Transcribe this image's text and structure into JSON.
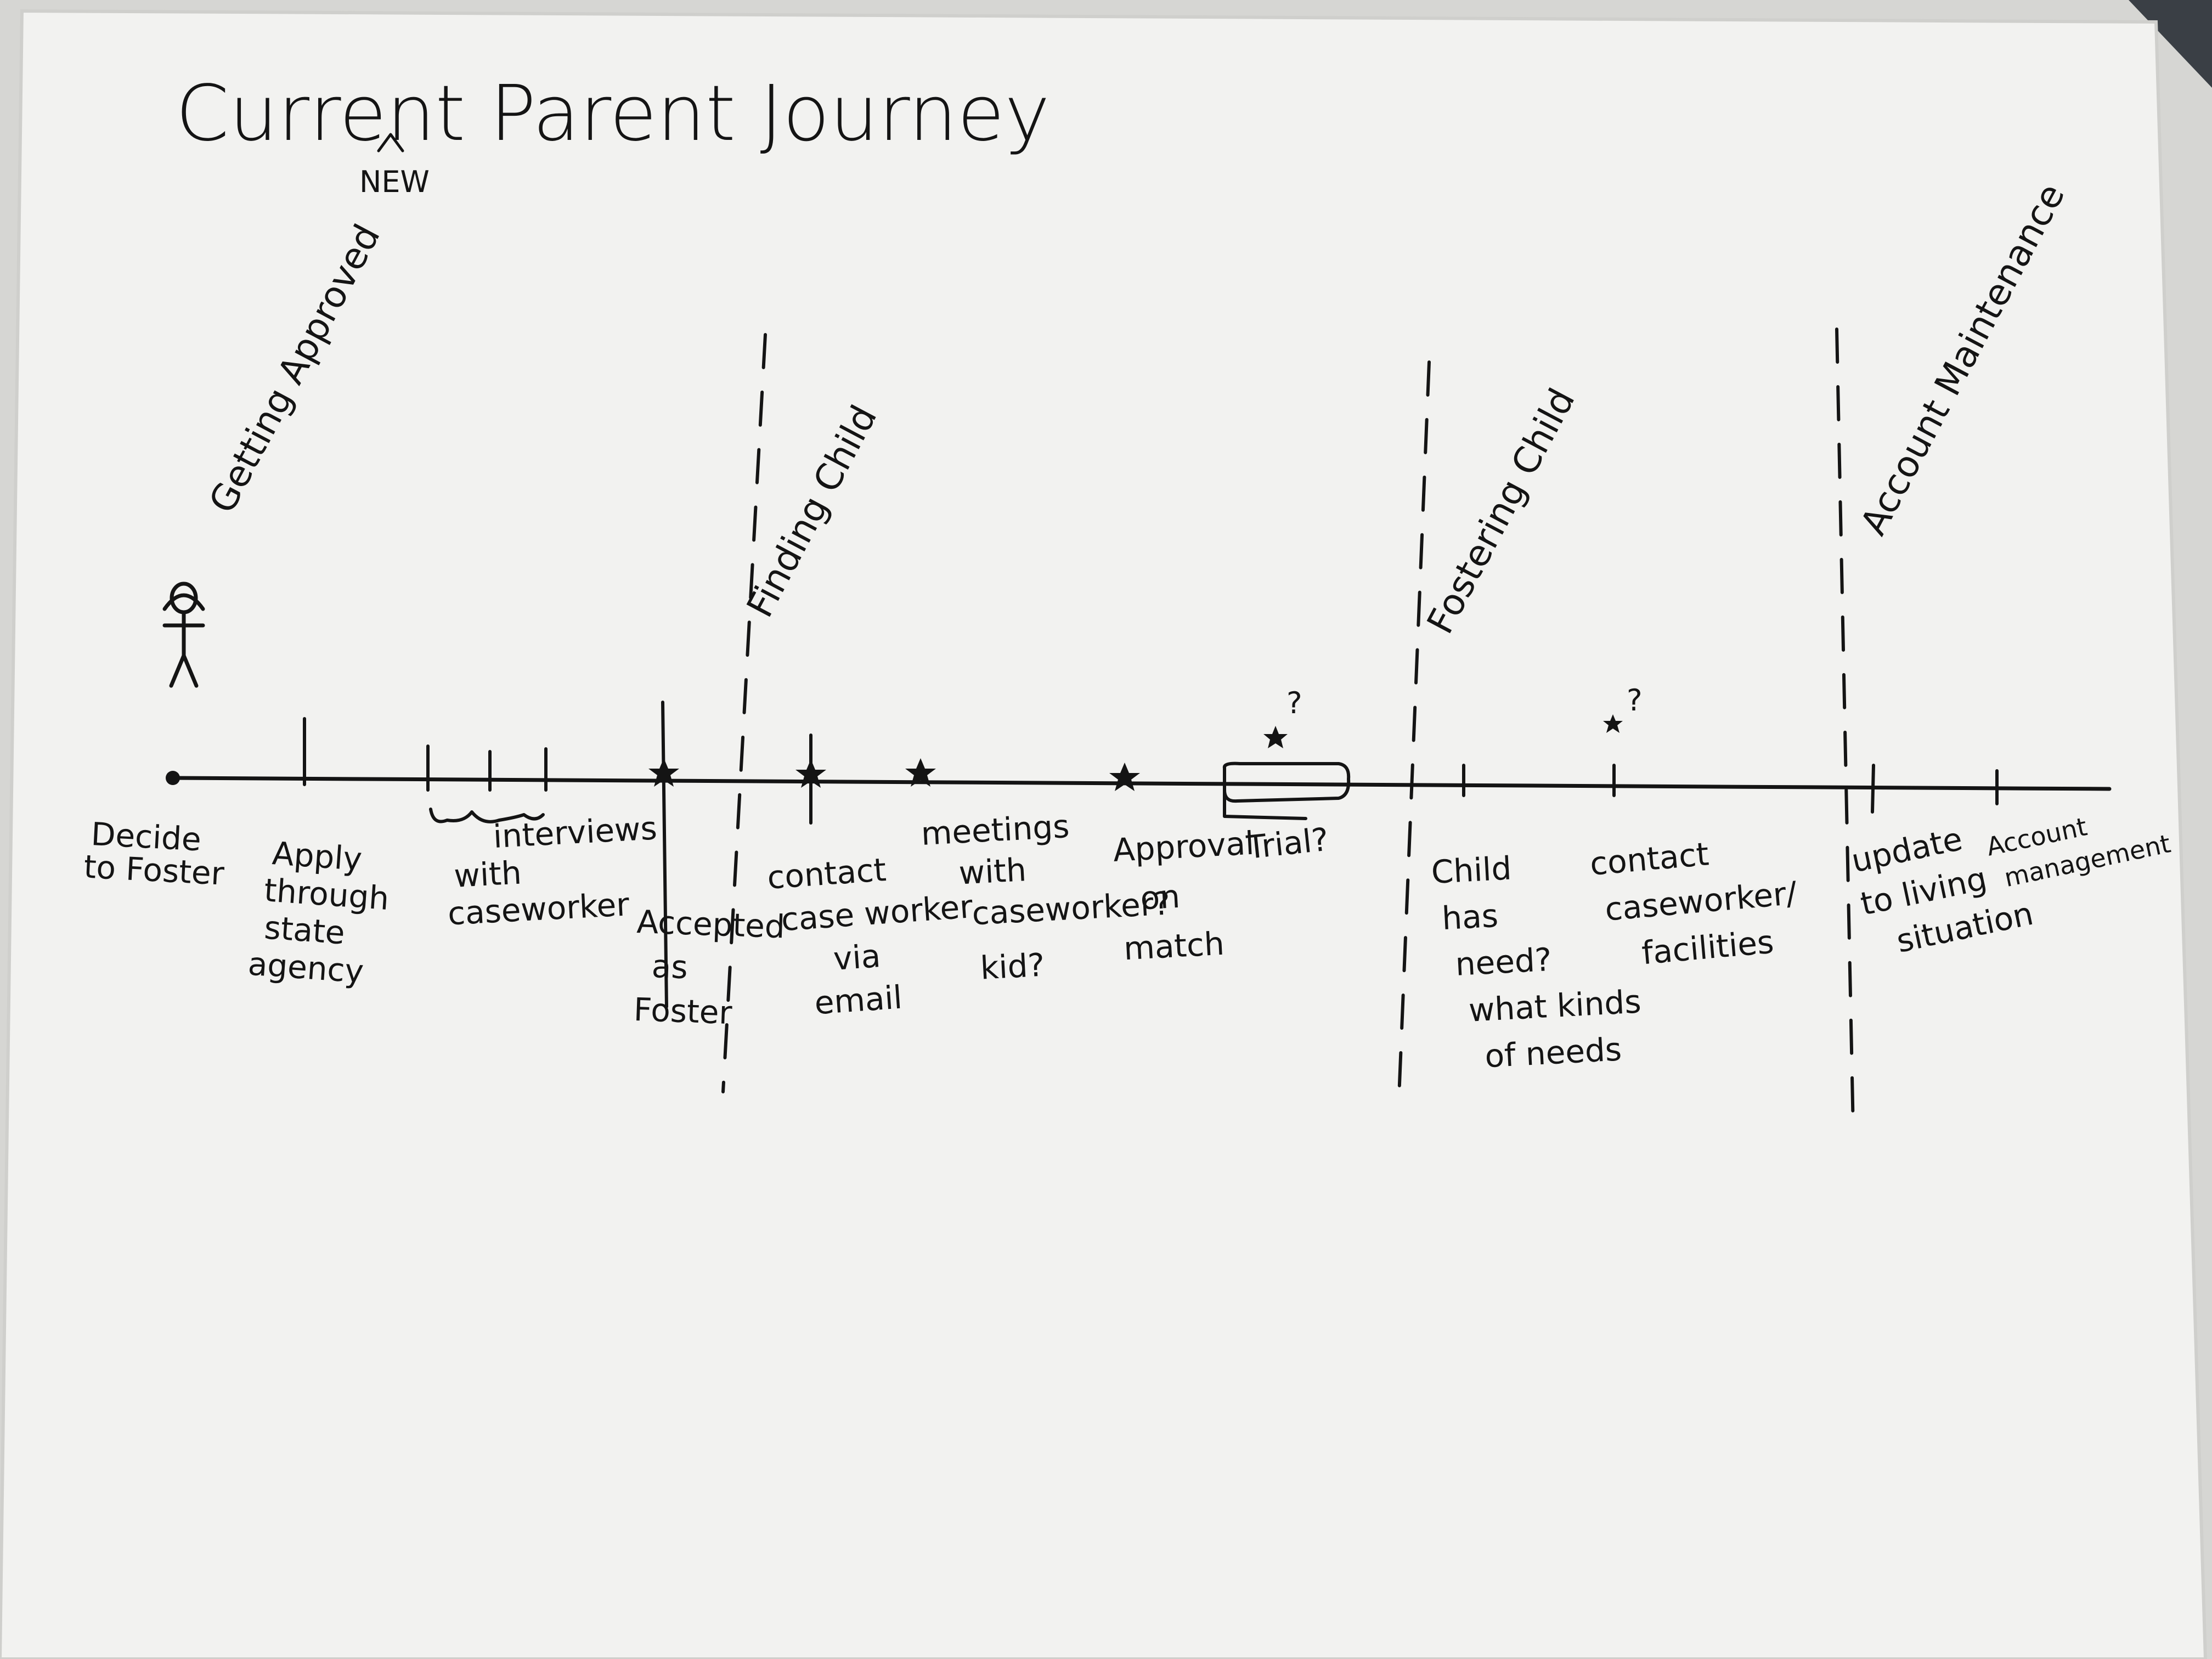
{
  "title": "Current Parent Journey",
  "title_insert": "NEW",
  "phases": [
    {
      "label": "Getting Approved"
    },
    {
      "label": "Finding Child"
    },
    {
      "label": "Fostering Child"
    },
    {
      "label": "Account Maintenance"
    }
  ],
  "timeline_labels": [
    {
      "lines": [
        "Decide",
        "to Foster"
      ]
    },
    {
      "lines": [
        "Apply",
        "through",
        "state",
        "agency"
      ]
    },
    {
      "lines": [
        "interviews",
        "with",
        "caseworker"
      ]
    },
    {
      "lines": [
        "Accepted",
        "as",
        "Foster"
      ]
    },
    {
      "lines": [
        "contact",
        "case worker",
        "via",
        "email"
      ]
    },
    {
      "lines": [
        "meetings",
        "with",
        "caseworker?",
        "kid?"
      ]
    },
    {
      "lines": [
        "Approval",
        "on",
        "match"
      ]
    },
    {
      "lines": [
        "Trial?"
      ]
    },
    {
      "lines": [
        "Child",
        "has",
        "need?",
        "what kinds",
        "of needs"
      ]
    },
    {
      "lines": [
        "contact",
        "caseworker/",
        "facilities"
      ]
    },
    {
      "lines": [
        "update",
        "to living",
        "situation"
      ]
    },
    {
      "lines": [
        "Account",
        "management"
      ]
    }
  ],
  "star_question_marks": [
    "?",
    "?"
  ]
}
